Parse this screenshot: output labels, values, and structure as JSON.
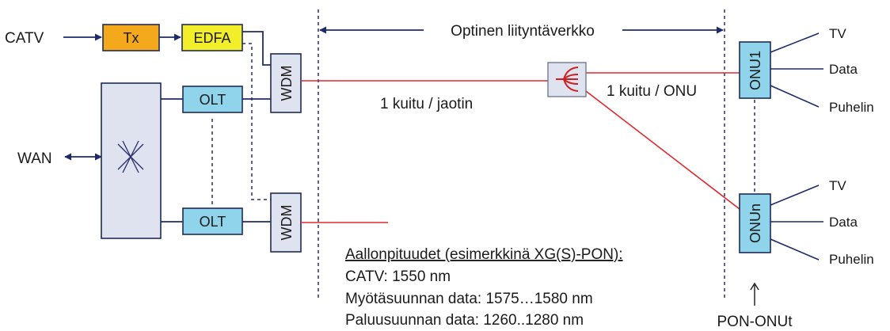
{
  "colors": {
    "tx_fill": "#f4a81c",
    "edfa_fill": "#f2ef2a",
    "olt_fill": "#8fd4ea",
    "onu_fill": "#8fd4ea",
    "wdm_fill": "#dfe3ef",
    "switch_fill": "#dfe3ef",
    "fiber_color": "#e0282d",
    "link_color": "#1f2a6b"
  },
  "inputs": {
    "catv": "CATV",
    "wan": "WAN"
  },
  "blocks": {
    "tx": "Tx",
    "edfa": "EDFA",
    "olt_top": "OLT",
    "olt_bottom": "OLT",
    "wdm_top": "WDM",
    "wdm_bottom": "WDM",
    "onu_top": "ONU1",
    "onu_bottom": "ONUn"
  },
  "labels": {
    "access_network": "Optinen liityntäverkko",
    "fiber_per_splitter": "1 kuitu / jaotin",
    "fiber_per_onu": "1 kuitu / ONU",
    "pon_onus": "PON-ONUt"
  },
  "services_top": [
    "TV",
    "Data",
    "Puhelin"
  ],
  "services_bottom": [
    "TV",
    "Data",
    "Puhelin"
  ],
  "wavelengths": {
    "heading": "Aallonpituudet (esimerkkinä XG(S)-PON):",
    "lines": [
      "CATV: 1550 nm",
      "Myötäsuunnan data: 1575…1580 nm",
      "Paluusuunnan data: 1260..1280 nm"
    ]
  }
}
